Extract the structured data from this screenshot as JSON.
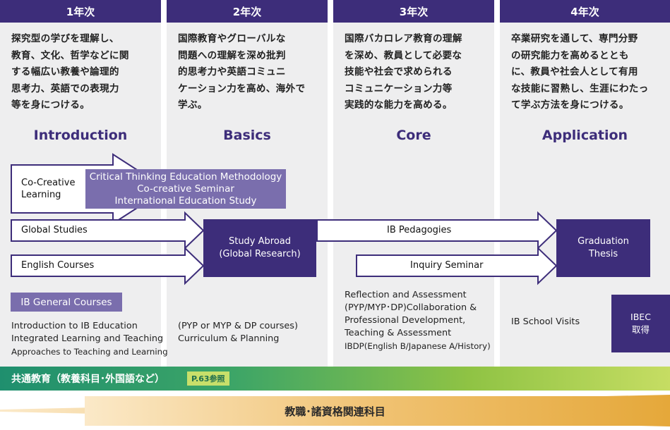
{
  "columns": [
    {
      "year": "1年次",
      "desc": [
        "探究型の学びを理解し、",
        "教育、文化、哲学などに関",
        "する幅広い教養や論理的",
        "思考力、英語での表現力",
        "等を身につける。"
      ],
      "phase": "Introduction"
    },
    {
      "year": "2年次",
      "desc": [
        "国際教育やグローバルな",
        "問題への理解を深め批判",
        "的思考力や英語コミュニ",
        "ケーション力を高め、海外で",
        "学ぶ。"
      ],
      "phase": "Basics"
    },
    {
      "year": "3年次",
      "desc": [
        "国際バカロレア教育の理解",
        "を深め、教員として必要な",
        "技能や社会で求められる",
        "コミュニケーション力等",
        "実践的な能力を高める。"
      ],
      "phase": "Core"
    },
    {
      "year": "4年次",
      "desc": [
        "卒業研究を通して、専門分野",
        "の研究能力を高めるととも",
        "に、教員や社会人として有用",
        "な技能に習熟し、生涯にわたっ",
        "て学ぶ方法を身につける。"
      ],
      "phase": "Application"
    }
  ],
  "arrows": {
    "co_creative": [
      "Co-Creative",
      "Learning"
    ],
    "global_studies": "Global Studies",
    "english_courses": "English Courses",
    "ib_pedagogies": "IB Pedagogies",
    "inquiry_seminar": "Inquiry Seminar"
  },
  "critical_box": [
    "Critical Thinking Education Methodology",
    "Co-creative Seminar",
    "International Education Study"
  ],
  "study_abroad": [
    "Study Abroad",
    "(Global Research)"
  ],
  "graduation": [
    "Graduation",
    "Thesis"
  ],
  "ib_general": {
    "label": "IB General Courses",
    "items": [
      "Introduction to IB Education",
      "Integrated Learning and Teaching",
      "Approaches to Teaching and Learning"
    ]
  },
  "year2_courses": [
    "(PYP or MYP & DP courses)",
    "Curriculum & Planning"
  ],
  "year3_courses": [
    "Reflection and Assessment",
    "(PYP/MYP･DP)Collaboration &",
    "Professional Development,",
    "Teaching & Assessment",
    "IBDP(English B/Japanese A/History)"
  ],
  "year4_courses": "IB School Visits",
  "ibec": [
    "IBEC",
    "取得"
  ],
  "common_band": {
    "label": "共通教育（教養科目･外国語など）",
    "ref": "P.63参照"
  },
  "teacher_band": "教職･諸資格関連科目",
  "colors": {
    "primary": "#3d2d7a",
    "lavender": "#7a6ead",
    "column_bg": "#eeeeef",
    "green": "#3da567",
    "orange": "#e5a83a"
  }
}
